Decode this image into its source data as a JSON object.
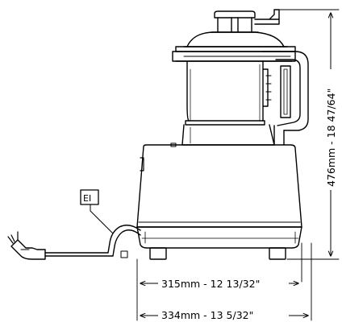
{
  "dimensions": {
    "height_label": "476mm - 18 47/64\"",
    "depth_inner_label": "315mm - 12 13/32\"",
    "depth_outer_label": "334mm - 13 5/32\""
  },
  "callout": {
    "label": "EI"
  }
}
